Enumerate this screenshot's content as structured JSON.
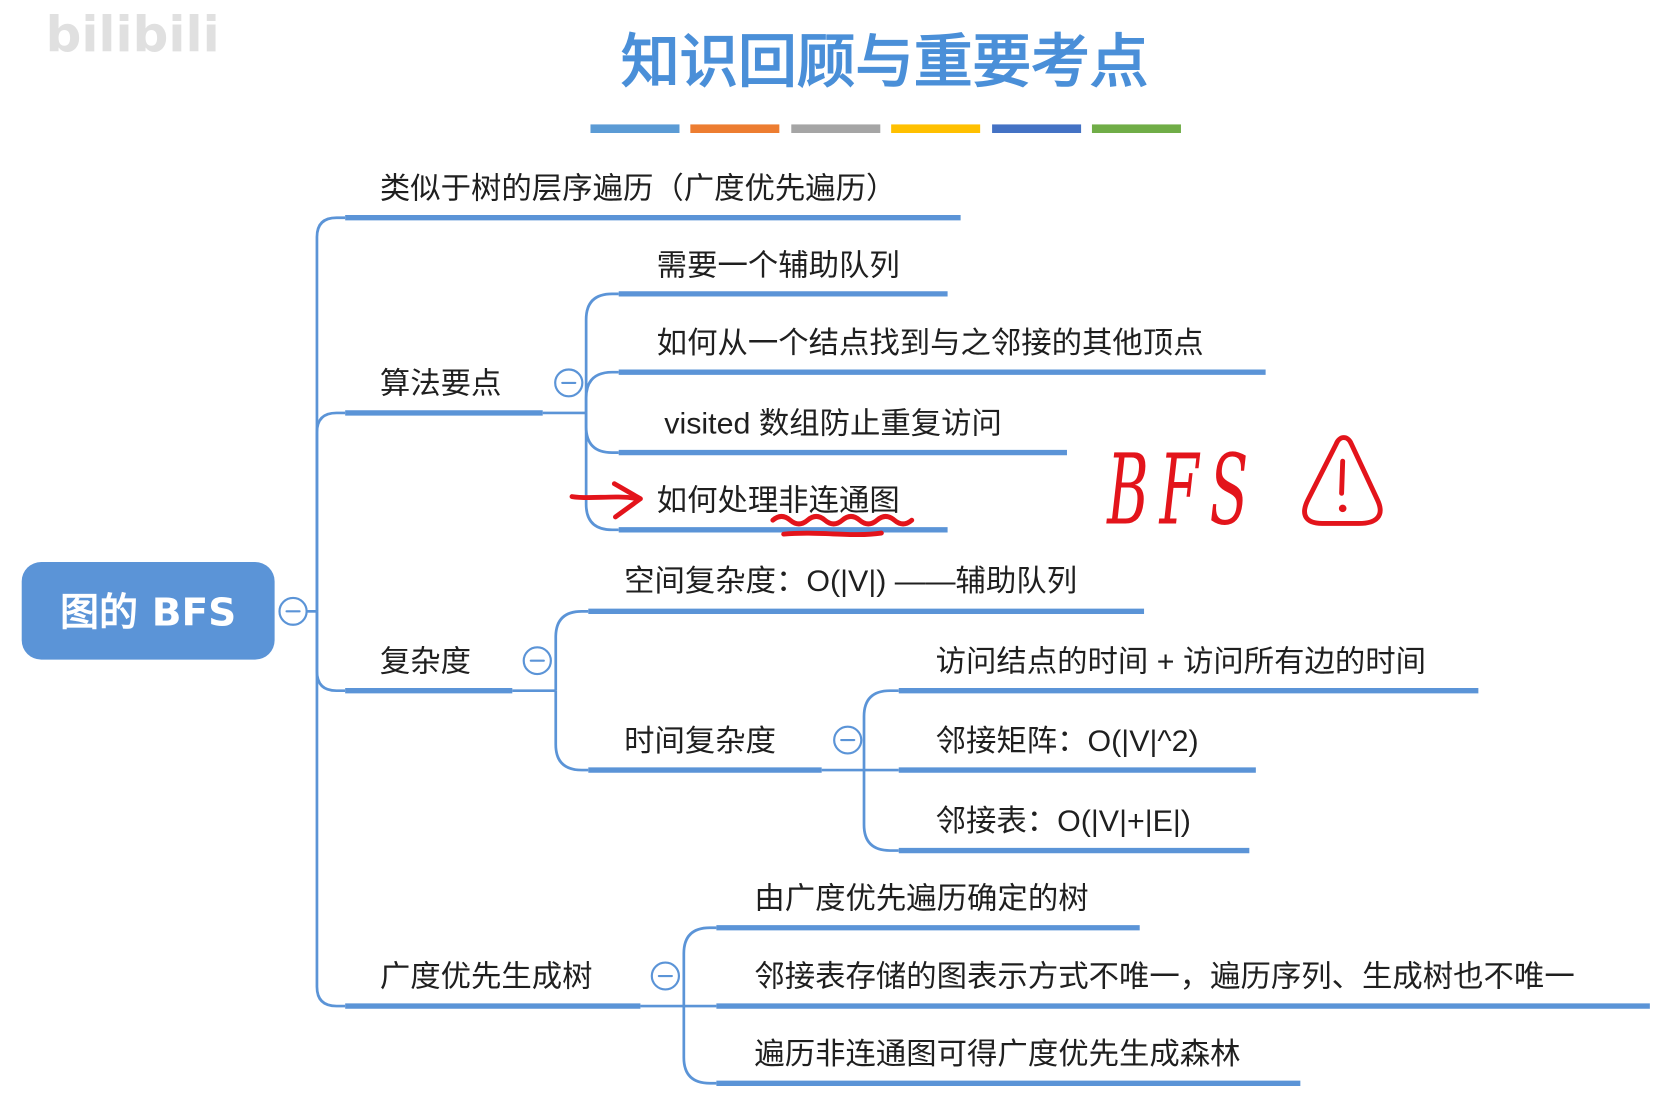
{
  "watermark": "bilibili",
  "title": "知识回顾与重要考点",
  "colors": {
    "title": "#4a8fd8",
    "accent": "#5b94d7",
    "text": "#1f1f1f",
    "annotation": "#e3141b",
    "title_bars": [
      "#5b9bd5",
      "#ed7d31",
      "#a5a5a5",
      "#ffc000",
      "#4472c4",
      "#70ad47"
    ]
  },
  "mindmap": {
    "root": {
      "label": "图的 BFS",
      "collapse_icon": "minus-icon"
    },
    "branches": [
      {
        "label": "类似于树的层序遍历（广度优先遍历）"
      },
      {
        "label": "算法要点",
        "collapse_icon": "minus-icon",
        "children": [
          {
            "label": "需要一个辅助队列"
          },
          {
            "label": "如何从一个结点找到与之邻接的其他顶点"
          },
          {
            "label": "visited 数组防止重复访问"
          },
          {
            "label": "如何处理非连通图"
          }
        ]
      },
      {
        "label": "复杂度",
        "collapse_icon": "minus-icon",
        "children": [
          {
            "label": "空间复杂度：O(|V|) ——辅助队列"
          },
          {
            "label": "时间复杂度",
            "collapse_icon": "minus-icon",
            "children": [
              {
                "label": "访问结点的时间 + 访问所有边的时间"
              },
              {
                "label": "邻接矩阵：O(|V|^2)"
              },
              {
                "label": "邻接表：O(|V|+|E|)"
              }
            ]
          }
        ]
      },
      {
        "label": "广度优先生成树",
        "collapse_icon": "minus-icon",
        "children": [
          {
            "label": "由广度优先遍历确定的树"
          },
          {
            "label": "邻接表存储的图表示方式不唯一，遍历序列、生成树也不唯一"
          },
          {
            "label": "遍历非连通图可得广度优先生成森林"
          }
        ]
      }
    ]
  },
  "annotations": {
    "handwritten_note": "BFS",
    "marks": [
      "arrow-icon",
      "wavy-underline-icon",
      "warning-icon"
    ]
  }
}
